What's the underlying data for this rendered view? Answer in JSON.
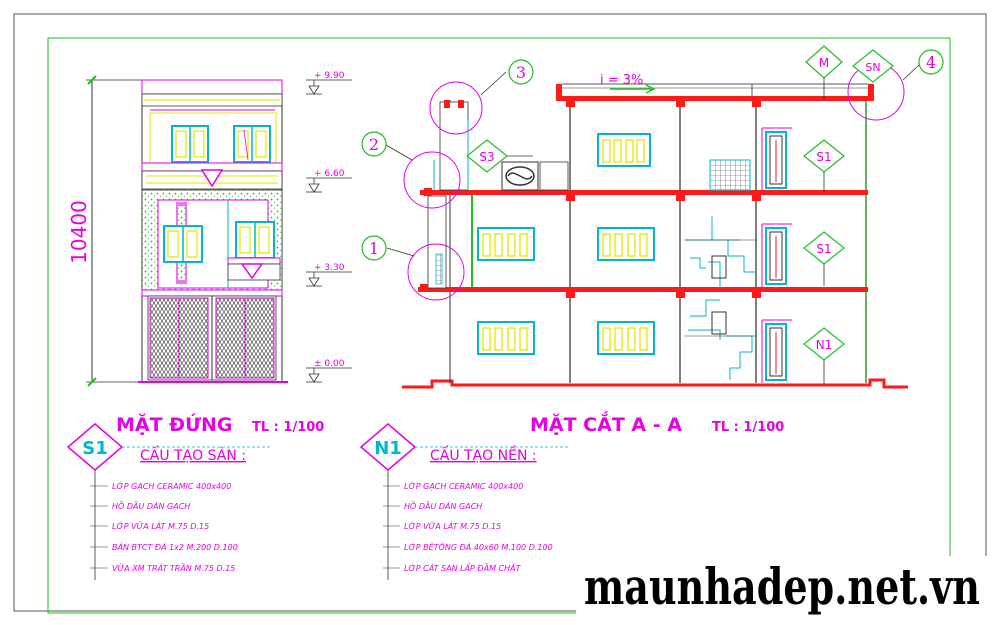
{
  "elevation": {
    "dimension": "10400",
    "levels": [
      "+ 9.90",
      "+ 6.60",
      "+ 3.30",
      "± 0.00"
    ],
    "title": "MẶT ĐỨNG",
    "scale": "TL : 1/100"
  },
  "section": {
    "title": "MẶT CẮT A - A",
    "scale": "TL : 1/100",
    "slope": "i = 3%",
    "callouts": [
      "1",
      "2",
      "3",
      "4"
    ],
    "tags": {
      "m": "M",
      "sn": "SN",
      "s3": "S3",
      "s1_upper": "S1",
      "s1_lower": "S1",
      "n1": "N1"
    }
  },
  "floor_spec": {
    "tag": "S1",
    "heading": "CẤU TẠO SÀN :",
    "layers": [
      "LỚP GẠCH CERAMIC 400x400",
      "HỒ DẦU DÁN GẠCH",
      "LỚP VỮA LÁT  M.75  D.15",
      "BẢN BTCT ĐÁ 1x2  M.200  D.100",
      "VỮA XM TRÁT TRẦN  M.75  D.15"
    ]
  },
  "ground_spec": {
    "tag": "N1",
    "heading": "CẤU TẠO NỀN :",
    "layers": [
      "LỚP GẠCH CERAMIC 400x400",
      "HỒ DẦU DÁN GẠCH",
      "LỚP VỮA LÁT  M.75  D.15",
      "LỚP BÊTÔNG ĐÁ 40x60  M.100  D.100",
      "LỚP CÁT SAN LẤP ĐẦM CHẶT"
    ]
  },
  "watermark": "maunhadep.net.vn",
  "colors": {
    "frame": "#1fbf1f",
    "magenta": "#e600e6",
    "cyan": "#00b8c8",
    "red": "#ff1a1a",
    "yellow": "#e6e600",
    "green": "#16b016"
  }
}
